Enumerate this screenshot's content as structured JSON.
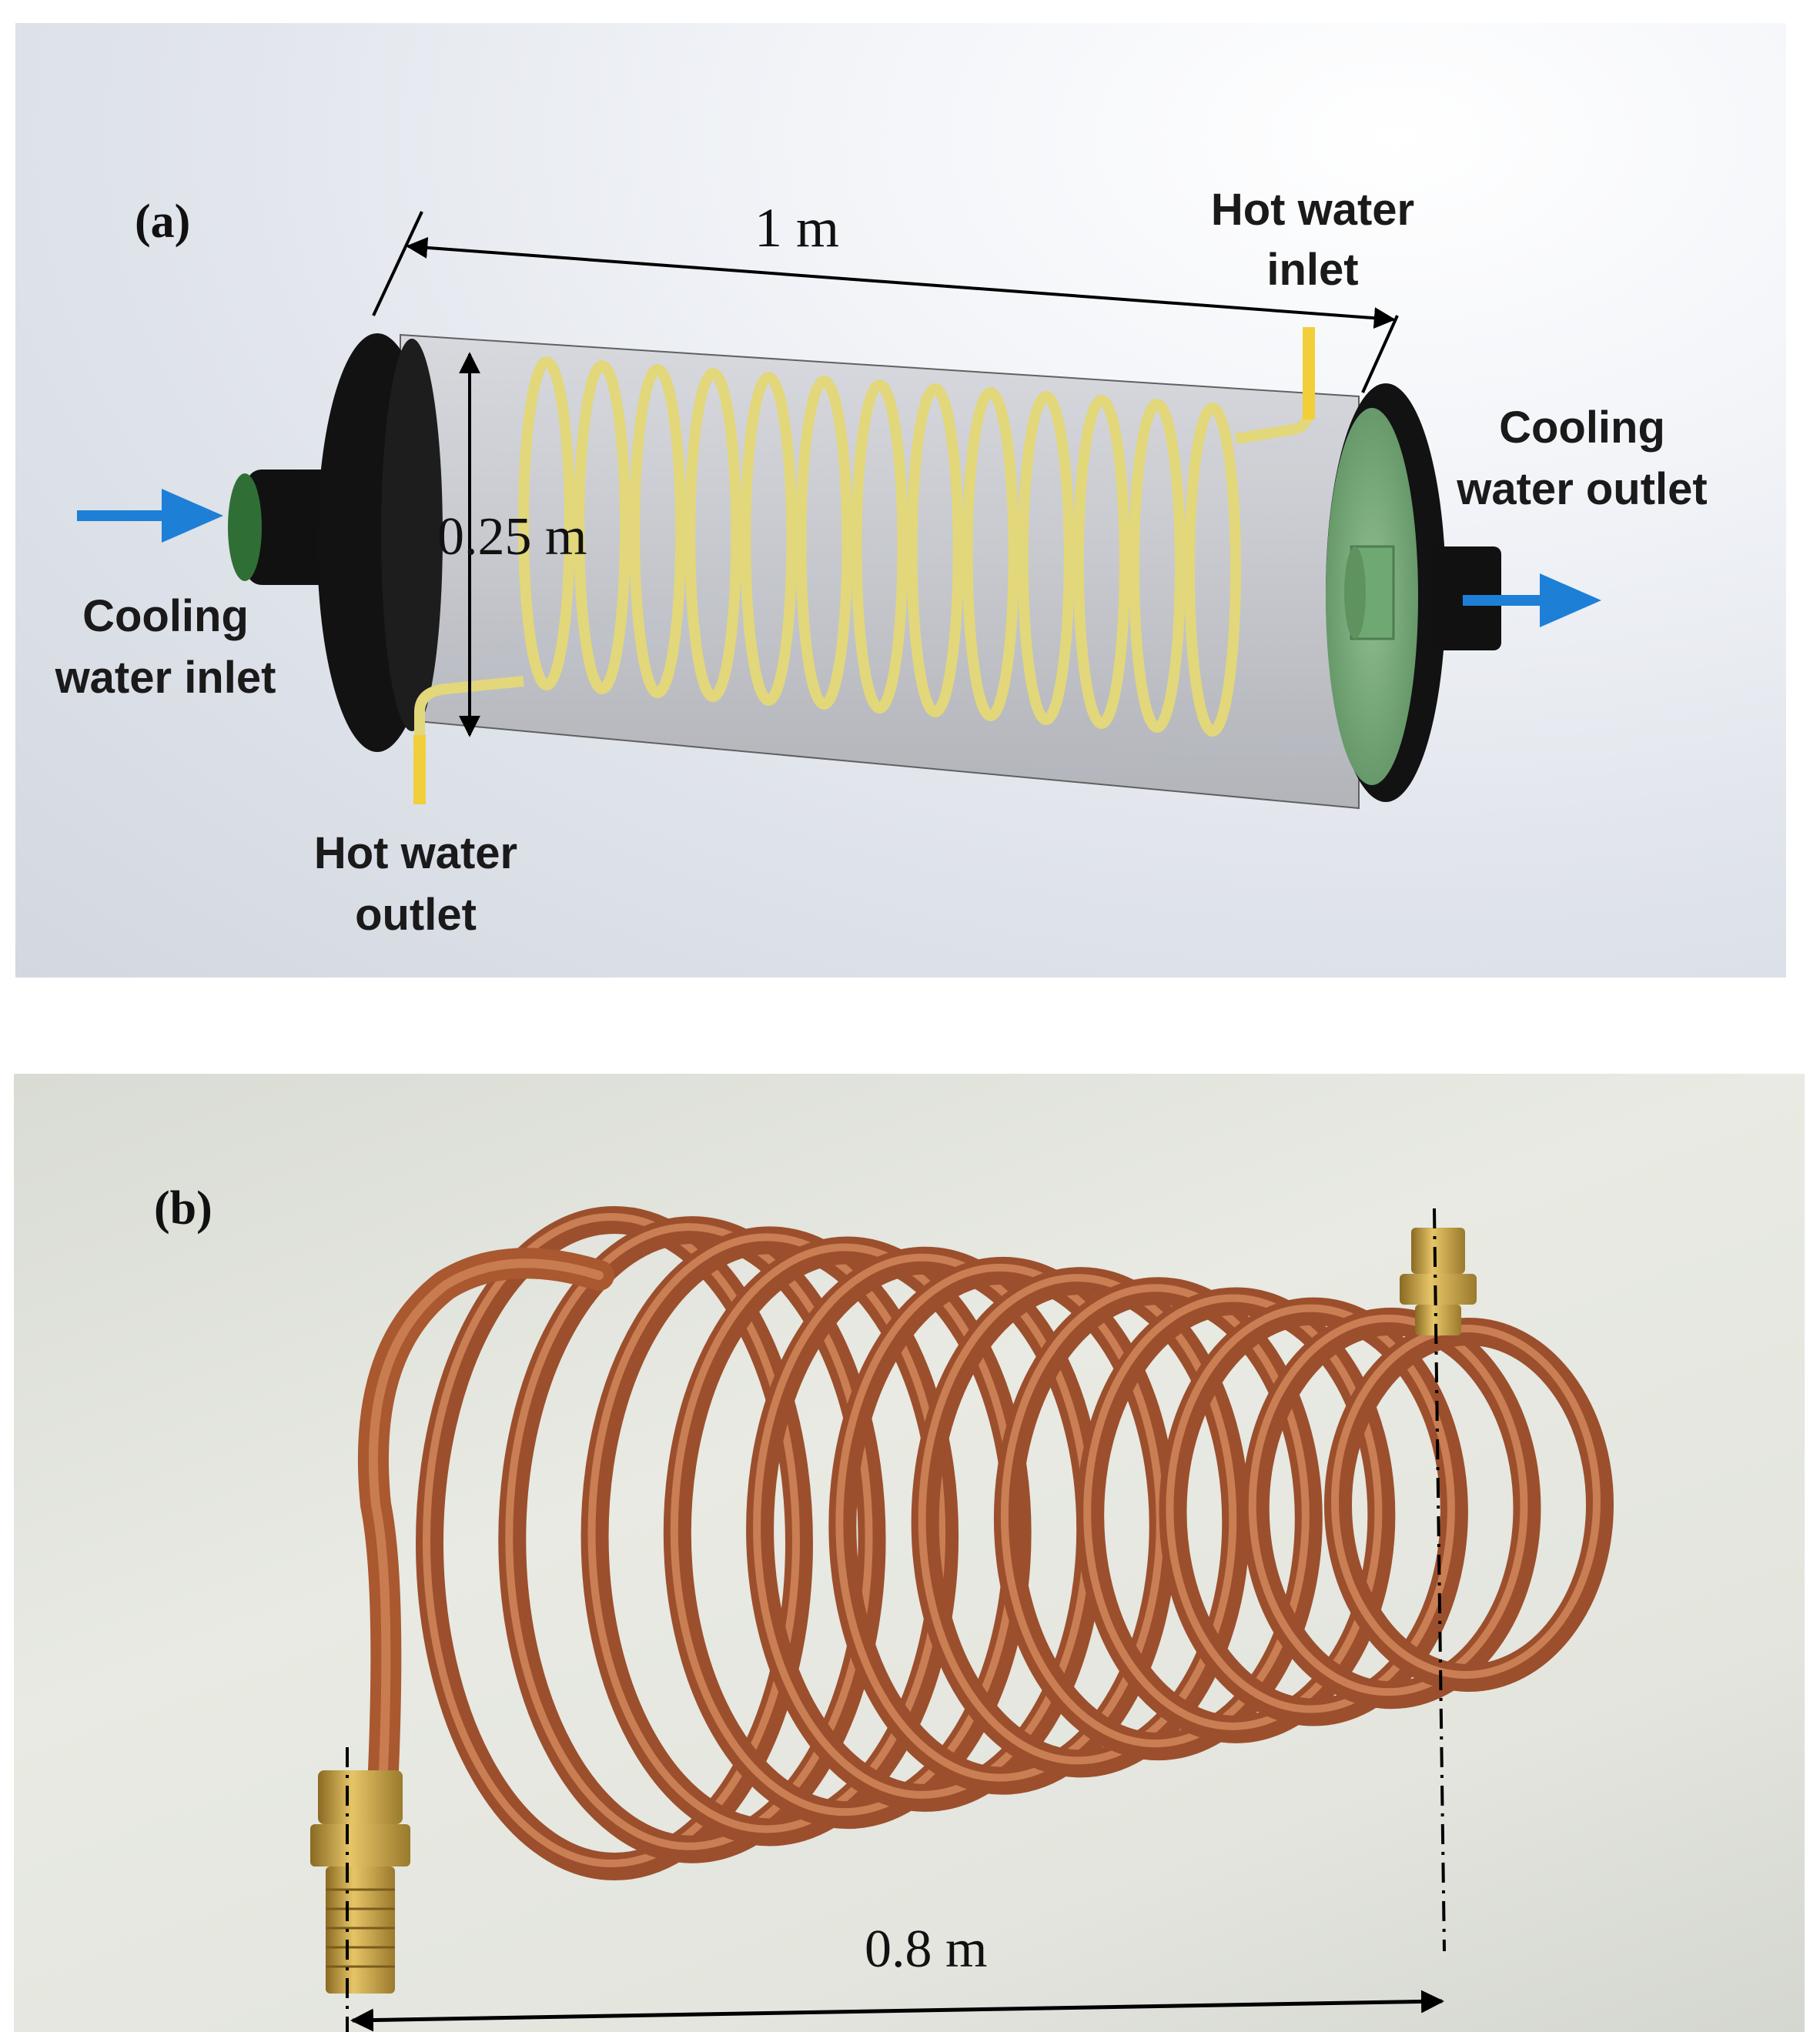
{
  "panel_a": {
    "tag": "(a)",
    "length_label": "1 m",
    "diameter_label": "0.25 m",
    "hot_inlet": [
      "Hot water",
      "inlet"
    ],
    "hot_outlet": [
      "Hot water",
      "outlet"
    ],
    "cool_inlet": [
      "Cooling",
      "water inlet"
    ],
    "cool_outlet": [
      "Cooling",
      "water outlet"
    ],
    "colors": {
      "coil": "#e6dc7e",
      "shell": "#c7c9cf",
      "end_cap": "#111111",
      "green_face": "#7fae82",
      "flow_arrow": "#1e7fd6"
    }
  },
  "panel_b": {
    "tag": "(b)",
    "length_label": "0.8 m",
    "colors": {
      "copper": "#b8653e",
      "brass": "#c9a44a"
    }
  }
}
